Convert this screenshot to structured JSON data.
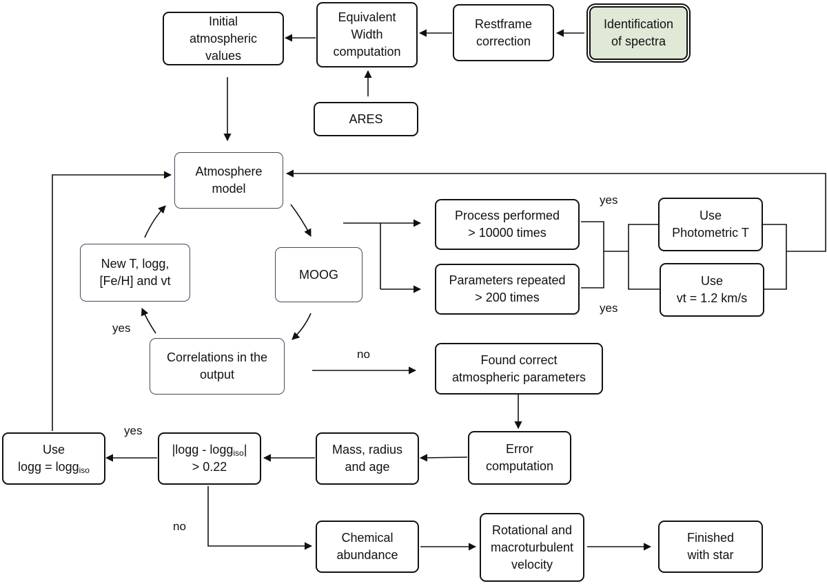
{
  "nodes": {
    "initial_atm": {
      "lines": [
        "Initial",
        "atmospheric",
        "values"
      ]
    },
    "eq_width": {
      "lines": [
        "Equivalent",
        "Width",
        "computation"
      ]
    },
    "restframe": {
      "lines": [
        "Restframe",
        "correction"
      ]
    },
    "identification": {
      "lines": [
        "Identification",
        "of spectra"
      ]
    },
    "ares": {
      "lines": [
        "ARES"
      ]
    },
    "atm_model": {
      "lines": [
        "Atmosphere",
        "model"
      ]
    },
    "moog": {
      "lines": [
        "MOOG"
      ]
    },
    "new_params": {
      "lines": [
        "New T, logg,",
        "[Fe/H] and vt"
      ]
    },
    "correlations": {
      "lines": [
        "Correlations in the",
        "output"
      ]
    },
    "process_10000": {
      "lines": [
        "Process performed",
        "> 10000 times"
      ]
    },
    "params_200": {
      "lines": [
        "Parameters repeated",
        "> 200 times"
      ]
    },
    "use_photometric": {
      "lines": [
        "Use",
        "Photometric T"
      ]
    },
    "use_vt": {
      "lines": [
        "Use",
        "vt = 1.2 km/s"
      ]
    },
    "found_correct": {
      "lines": [
        "Found correct",
        "atmospheric parameters"
      ]
    },
    "error_comp": {
      "lines": [
        "Error",
        "computation"
      ]
    },
    "mass_radius": {
      "lines": [
        "Mass, radius",
        "and age"
      ]
    },
    "logg_check": {
      "line1_pre": "|logg - logg",
      "line1_sub": "iso",
      "line1_post": "|",
      "line2": "> 0.22"
    },
    "use_logg": {
      "line1": "Use",
      "line2_pre": "logg = logg",
      "line2_sub": "iso"
    },
    "chemical": {
      "lines": [
        "Chemical",
        "abundance"
      ]
    },
    "rotational": {
      "lines": [
        "Rotational and",
        "macroturbulent",
        "velocity"
      ]
    },
    "finished": {
      "lines": [
        "Finished",
        "with star"
      ]
    }
  },
  "labels": {
    "yes_top": "yes",
    "yes_bottom": "yes",
    "yes_corr": "yes",
    "no_corr": "no",
    "yes_logg": "yes",
    "no_logg": "no"
  },
  "colors": {
    "start_fill": "#dfe9d6",
    "line": "#111111",
    "soft_border": "#3f4a59"
  }
}
